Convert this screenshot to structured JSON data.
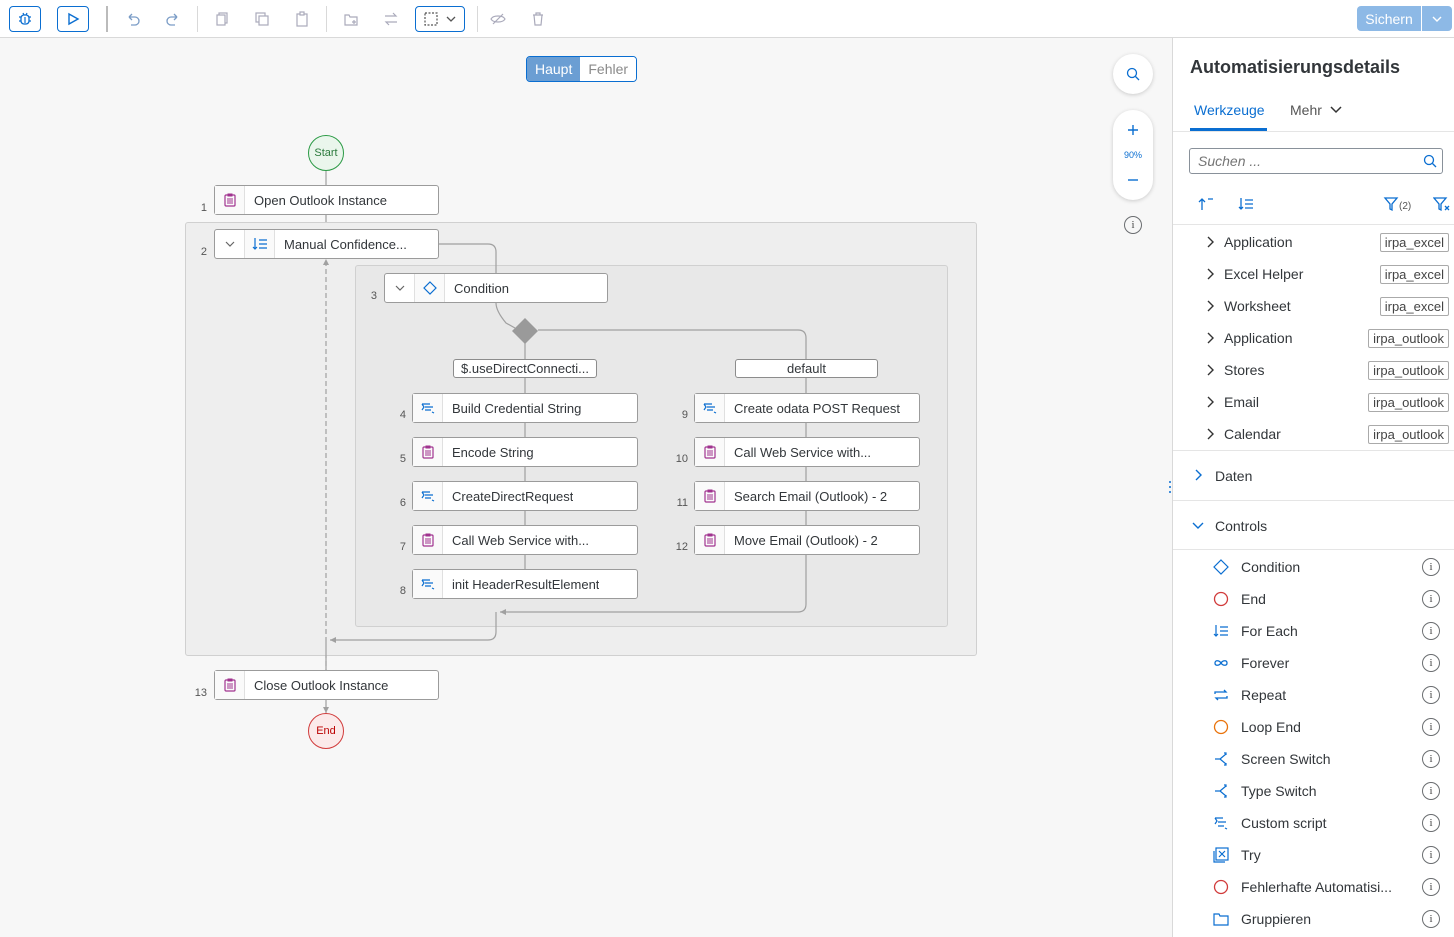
{
  "toolbar": {
    "save_label": "Sichern"
  },
  "canvas": {
    "tabs": [
      {
        "label": "Haupt",
        "active": true
      },
      {
        "label": "Fehler",
        "active": false
      }
    ],
    "zoom_label": "90%",
    "start_label": "Start",
    "end_label": "End",
    "nodes": [
      {
        "num": "1",
        "label": "Open Outlook Instance",
        "icon": "clipboard-icon"
      },
      {
        "num": "2",
        "label": "Manual Confidence...",
        "icon": "for-each-icon"
      },
      {
        "num": "3",
        "label": "Condition",
        "icon": "condition-icon"
      },
      {
        "num": "4",
        "label": "Build Credential String",
        "icon": "script-icon"
      },
      {
        "num": "5",
        "label": "Encode String",
        "icon": "clipboard-icon"
      },
      {
        "num": "6",
        "label": "CreateDirectRequest",
        "icon": "script-icon"
      },
      {
        "num": "7",
        "label": "Call Web Service with...",
        "icon": "clipboard-icon"
      },
      {
        "num": "8",
        "label": "init HeaderResultElement",
        "icon": "script-icon"
      },
      {
        "num": "9",
        "label": "Create odata POST Request",
        "icon": "script-icon"
      },
      {
        "num": "10",
        "label": "Call Web Service with...",
        "icon": "clipboard-icon"
      },
      {
        "num": "11",
        "label": "Search Email (Outlook) - 2",
        "icon": "clipboard-icon"
      },
      {
        "num": "12",
        "label": "Move Email (Outlook) - 2",
        "icon": "clipboard-icon"
      },
      {
        "num": "13",
        "label": "Close Outlook Instance",
        "icon": "clipboard-icon"
      }
    ],
    "branches": [
      {
        "label": "$.useDirectConnecti..."
      },
      {
        "label": "default"
      }
    ]
  },
  "panel": {
    "title": "Automatisierungsdetails",
    "tabs": [
      {
        "label": "Werkzeuge",
        "active": true
      },
      {
        "label": "Mehr",
        "active": false
      }
    ],
    "search_placeholder": "Suchen ...",
    "filter_count": "(2)",
    "tools": [
      {
        "name": "Application",
        "tag": "irpa_excel"
      },
      {
        "name": "Excel Helper",
        "tag": "irpa_excel"
      },
      {
        "name": "Worksheet",
        "tag": "irpa_excel"
      },
      {
        "name": "Application",
        "tag": "irpa_outlook"
      },
      {
        "name": "Stores",
        "tag": "irpa_outlook"
      },
      {
        "name": "Email",
        "tag": "irpa_outlook"
      },
      {
        "name": "Calendar",
        "tag": "irpa_outlook"
      }
    ],
    "sections": {
      "data_label": "Daten",
      "controls_label": "Controls"
    },
    "controls": [
      {
        "name": "Condition",
        "icon": "condition-icon"
      },
      {
        "name": "End",
        "icon": "end-circle-icon"
      },
      {
        "name": "For Each",
        "icon": "for-each-icon"
      },
      {
        "name": "Forever",
        "icon": "infinity-icon"
      },
      {
        "name": "Repeat",
        "icon": "repeat-icon"
      },
      {
        "name": "Loop End",
        "icon": "loop-end-icon"
      },
      {
        "name": "Screen Switch",
        "icon": "switch-icon"
      },
      {
        "name": "Type Switch",
        "icon": "switch-icon"
      },
      {
        "name": "Custom script",
        "icon": "script-icon"
      },
      {
        "name": "Try",
        "icon": "try-icon"
      },
      {
        "name": "Fehlerhafte Automatisi...",
        "icon": "error-circle-icon"
      },
      {
        "name": "Gruppieren",
        "icon": "folder-icon"
      }
    ],
    "info_glyph": "i"
  },
  "colors": {
    "accent": "#0a6ed1",
    "save_disabled": "#8db9e6",
    "start_green": "#2b9a45",
    "end_red": "#d13b3b",
    "activity_pink": "#a0338f",
    "loop_orange": "#e9730c"
  }
}
